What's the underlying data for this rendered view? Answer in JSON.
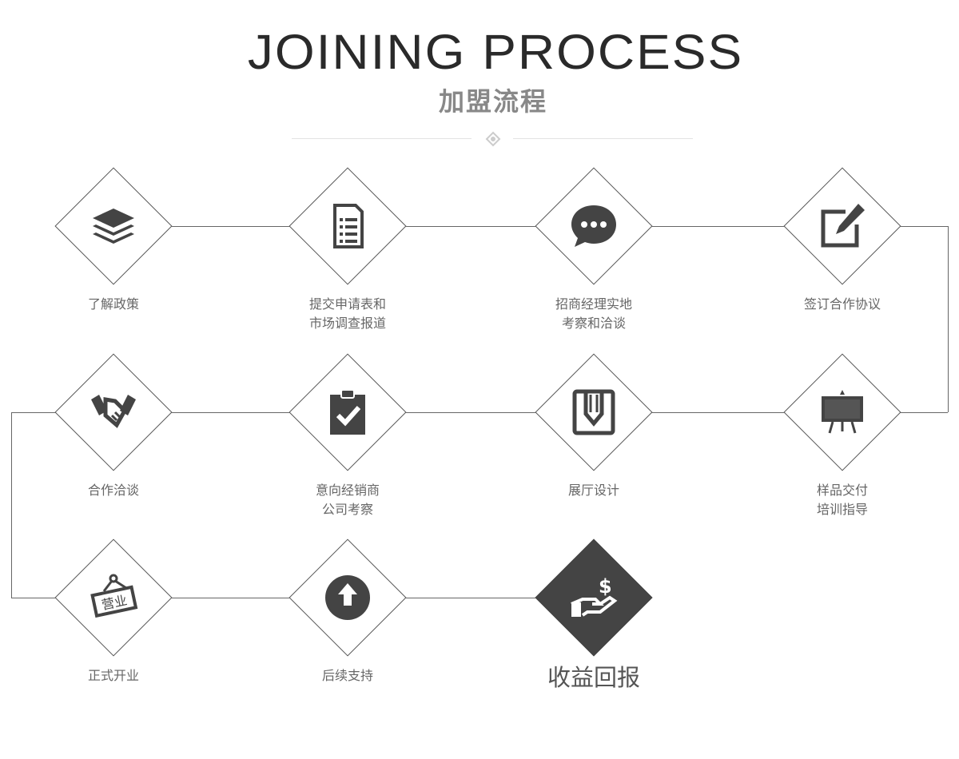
{
  "header": {
    "title": "JOINING PROCESS",
    "subtitle": "加盟流程"
  },
  "steps": [
    {
      "label1": "了解政策",
      "label2": "",
      "icon": "layers-icon"
    },
    {
      "label1": "提交申请表和",
      "label2": "市场调查报道",
      "icon": "document-list-icon"
    },
    {
      "label1": "招商经理实地",
      "label2": "考察和洽谈",
      "icon": "chat-bubble-icon"
    },
    {
      "label1": "签订合作协议",
      "label2": "",
      "icon": "edit-pen-icon"
    },
    {
      "label1": "样品交付",
      "label2": "培训指导",
      "icon": "easel-board-icon"
    },
    {
      "label1": "展厅设计",
      "label2": "",
      "icon": "design-pencil-icon"
    },
    {
      "label1": "意向经销商",
      "label2": "公司考察",
      "icon": "clipboard-check-icon"
    },
    {
      "label1": "合作洽谈",
      "label2": "",
      "icon": "handshake-icon"
    },
    {
      "label1": "正式开业",
      "label2": "",
      "icon": "open-sign-icon",
      "sign_text": "营业"
    },
    {
      "label1": "后续支持",
      "label2": "",
      "icon": "upload-arrow-icon"
    },
    {
      "label1": "收益回报",
      "label2": "",
      "icon": "hand-money-icon"
    }
  ],
  "colors": {
    "icon": "#444444",
    "line": "#666666",
    "label": "#666666"
  }
}
